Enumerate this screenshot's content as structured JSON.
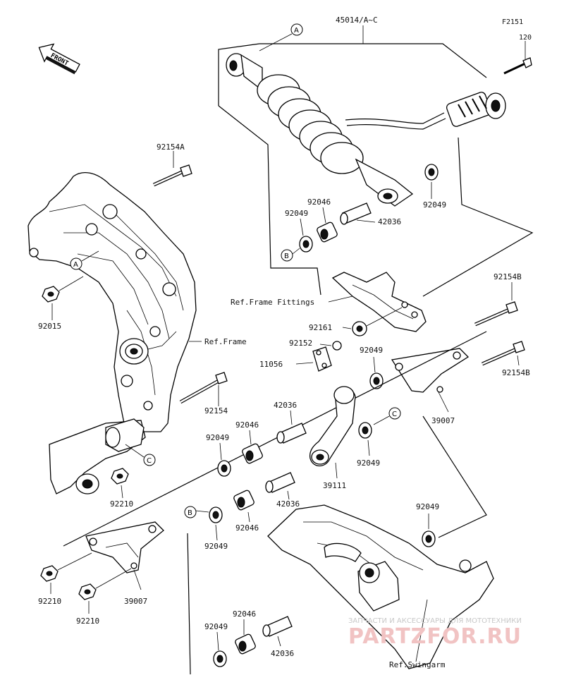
{
  "diagram": {
    "code": "F2151",
    "front_label": "FRONT",
    "callouts": {
      "a": "A",
      "b": "B",
      "c": "C"
    },
    "parts": {
      "p45014": "45014/A~C",
      "p120": "120",
      "p92154a": "92154A",
      "p92015": "92015",
      "p92046_top": "92046",
      "p92049_top_left": "92049",
      "p92049_top_right": "92049",
      "p42036_top": "42036",
      "p92154b_top": "92154B",
      "p92161": "92161",
      "p92152": "92152",
      "p11056": "11056",
      "p92049_mid": "92049",
      "p92154b_mid": "92154B",
      "p92154": "92154",
      "p42036_mid": "42036",
      "p92046_mid": "92046",
      "p92049_mid_left": "92049",
      "p39007_right": "39007",
      "p92049_mid_right": "92049",
      "p39111": "39111",
      "p42036_low": "42036",
      "p92046_low": "92046",
      "p92049_low": "92049",
      "p92210_a": "92210",
      "p92049_swing": "92049",
      "p92210_b": "92210",
      "p39007_left": "39007",
      "p92210_c": "92210",
      "p92046_bottom": "92046",
      "p92049_bottom": "92049",
      "p42036_bottom": "42036"
    },
    "refs": {
      "frame_fittings": "Ref.Frame Fittings",
      "frame": "Ref.Frame",
      "swingarm": "Ref.Swingarm"
    },
    "watermark": {
      "tagline": "ЗАПЧАСТИ И АКСЕССУАРЫ ДЛЯ МОТОТЕХНИКИ",
      "brand": "PARTZFOR.RU"
    }
  }
}
